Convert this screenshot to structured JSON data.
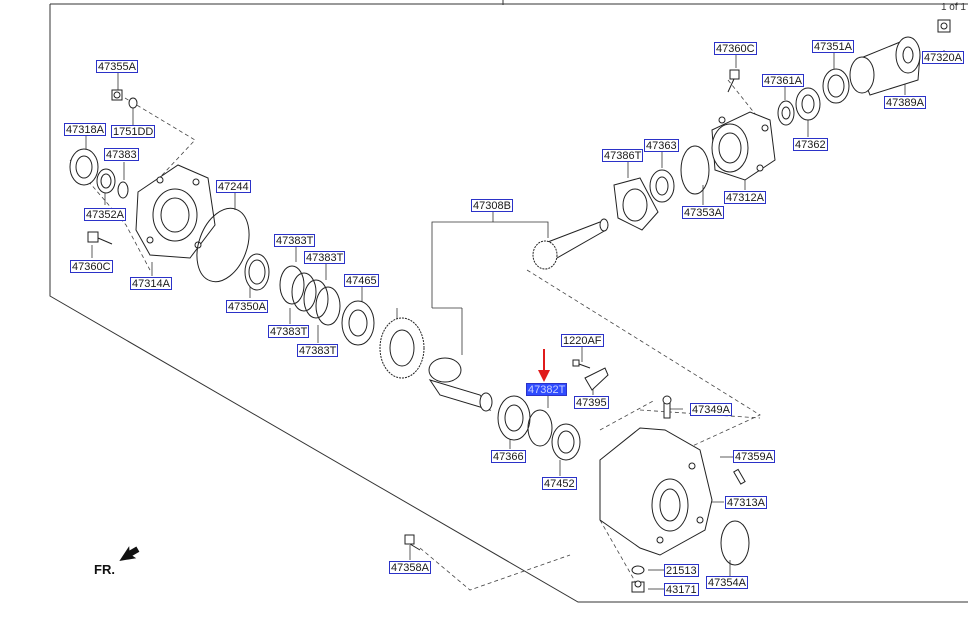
{
  "page": {
    "page_number": "1 of 1",
    "direction_label": "FR."
  },
  "labels": [
    {
      "id": "l1",
      "text": "47355A"
    },
    {
      "id": "l2",
      "text": "47318A"
    },
    {
      "id": "l3",
      "text": "1751DD"
    },
    {
      "id": "l4",
      "text": "47383"
    },
    {
      "id": "l5",
      "text": "47352A"
    },
    {
      "id": "l6",
      "text": "47360C"
    },
    {
      "id": "l7",
      "text": "47314A"
    },
    {
      "id": "l8",
      "text": "47244"
    },
    {
      "id": "l9",
      "text": "47383T"
    },
    {
      "id": "l10",
      "text": "47383T"
    },
    {
      "id": "l11",
      "text": "47465"
    },
    {
      "id": "l12",
      "text": "47350A"
    },
    {
      "id": "l13",
      "text": "47383T"
    },
    {
      "id": "l14",
      "text": "47383T"
    },
    {
      "id": "l15",
      "text": "47308B"
    },
    {
      "id": "l16",
      "text": "47360C"
    },
    {
      "id": "l17",
      "text": "47351A"
    },
    {
      "id": "l18",
      "text": "47320A"
    },
    {
      "id": "l19",
      "text": "47361A"
    },
    {
      "id": "l20",
      "text": "47389A"
    },
    {
      "id": "l21",
      "text": "47386T"
    },
    {
      "id": "l22",
      "text": "47363"
    },
    {
      "id": "l23",
      "text": "47362"
    },
    {
      "id": "l24",
      "text": "47312A"
    },
    {
      "id": "l25",
      "text": "47353A"
    },
    {
      "id": "l26",
      "text": "1220AF"
    },
    {
      "id": "l27",
      "text": "47382T",
      "highlight": true
    },
    {
      "id": "l28",
      "text": "47395"
    },
    {
      "id": "l29",
      "text": "47349A"
    },
    {
      "id": "l30",
      "text": "47366"
    },
    {
      "id": "l31",
      "text": "47452"
    },
    {
      "id": "l32",
      "text": "47359A"
    },
    {
      "id": "l33",
      "text": "47313A"
    },
    {
      "id": "l34",
      "text": "47358A"
    },
    {
      "id": "l35",
      "text": "21513"
    },
    {
      "id": "l36",
      "text": "47354A"
    },
    {
      "id": "l37",
      "text": "43171"
    }
  ],
  "colors": {
    "label_border": "#2b32c8",
    "highlight_bg": "#2f4cff",
    "pointer": "#e01b1b",
    "line": "#333333"
  }
}
